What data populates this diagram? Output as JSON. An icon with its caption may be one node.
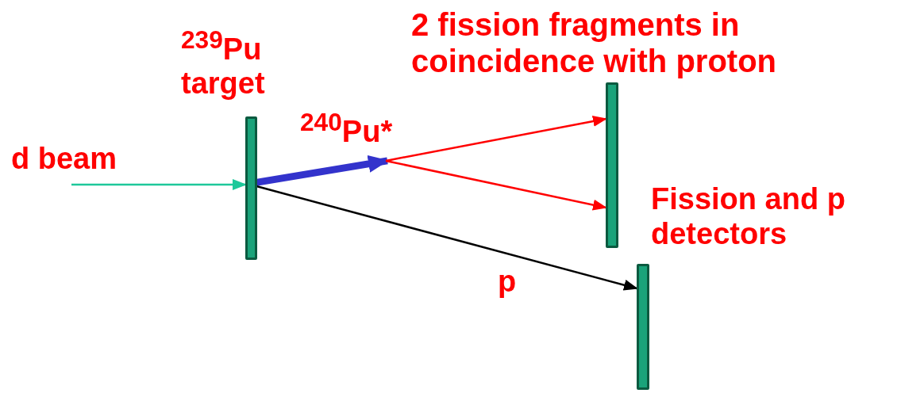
{
  "diagram": {
    "nodes": [
      {
        "text": [],
        "shape": "bar",
        "beside": [
          "$^{239}$Pu target"
        ]
      },
      {
        "text": [],
        "shape": "bar"
      },
      {
        "text": [],
        "shape": "bar"
      },
      {
        "text": [
          "$^{240}$Pu*"
        ]
      }
    ],
    "edges": [
      {
        "from": null,
        "to": 0,
        "arrow": "to",
        "label": "d beam",
        "color": "#1ec89a"
      },
      {
        "from": 0,
        "to": 3,
        "arrow": "to",
        "style": "thick",
        "color": "#3333cc"
      },
      {
        "from": 3,
        "to": 1,
        "arrow": "to",
        "color": "#ff0000"
      },
      {
        "from": 3,
        "to": 1,
        "arrow": "to",
        "color": "#ff0000"
      },
      {
        "from": 0,
        "to": 2,
        "arrow": "to",
        "label": "p",
        "color": "#000000"
      }
    ],
    "labels": [
      "2 fission fragments in coincidence with proton",
      "Fission and p detectors"
    ]
  }
}
